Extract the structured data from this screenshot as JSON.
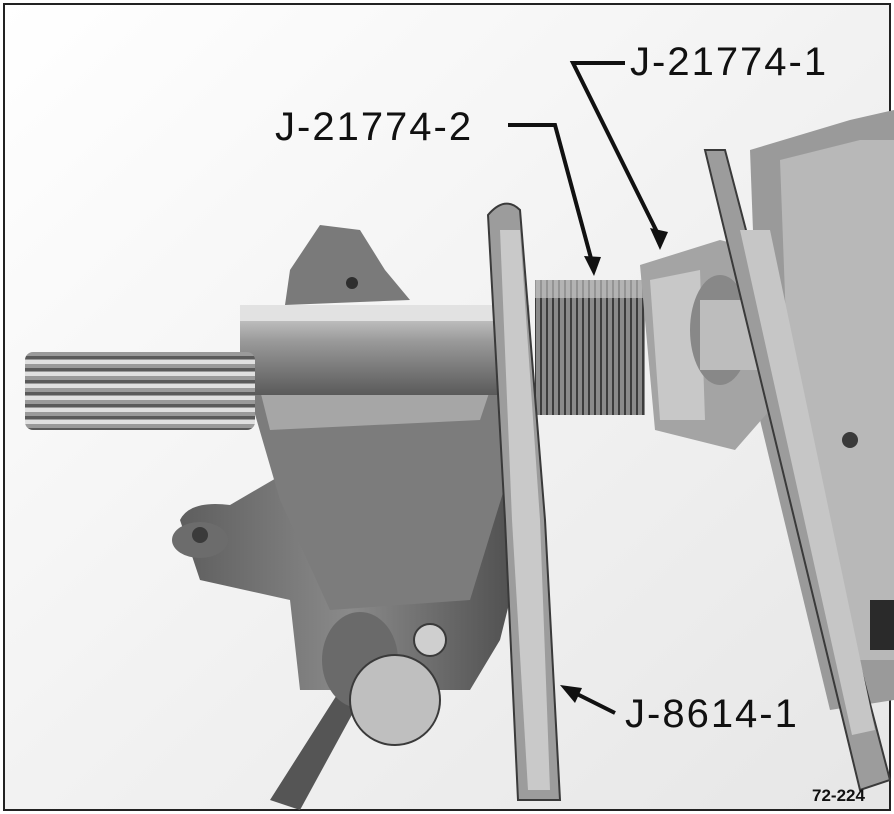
{
  "figure": {
    "callouts": {
      "tool_1": "J-21774-1",
      "tool_2": "J-21774-2",
      "tool_3": "J-8614-1"
    },
    "figure_number": "72-224"
  }
}
